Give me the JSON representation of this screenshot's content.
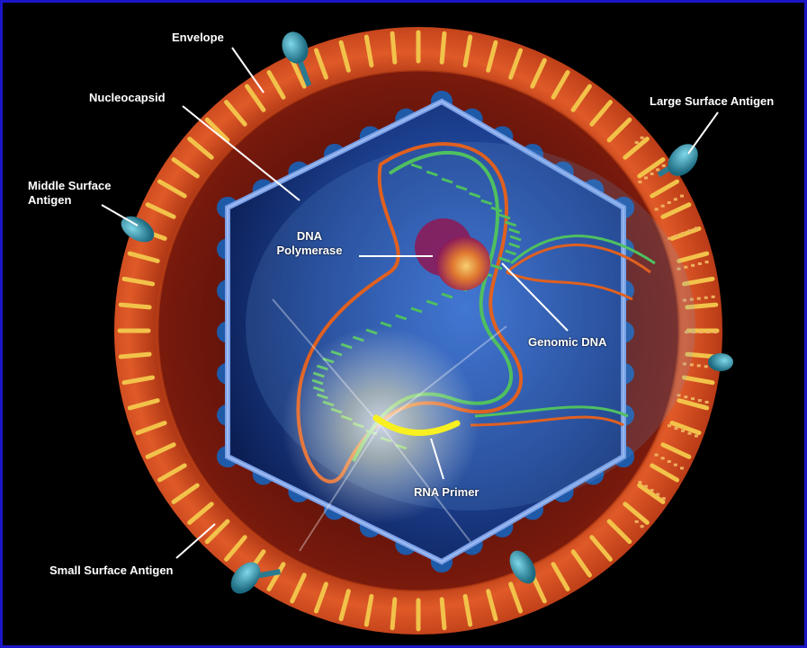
{
  "labels": {
    "envelope": "Envelope",
    "nucleocapsid": "Nucleocapsid",
    "middle_surface_antigen_1": "Middle Surface",
    "middle_surface_antigen_2": "Antigen",
    "large_surface_antigen": "Large Surface Antigen",
    "dna_polymerase_1": "DNA",
    "dna_polymerase_2": "Polymerase",
    "genomic_dna": "Genomic DNA",
    "rna_primer": "RNA Primer",
    "small_surface_antigen": "Small Surface Antigen"
  },
  "colors": {
    "frame_border": "#1a16c8",
    "background": "#000000",
    "envelope_orange": "#e0582a",
    "envelope_dark": "#8a2a10",
    "spike_yellow": "#f2c24a",
    "capsid_blue": "#2b5bb8",
    "capsid_edge": "#7aa0e8",
    "antigen_teal": "#3a9ab0",
    "dna_orange": "#e06020",
    "dna_green": "#4fc060",
    "primer_yellow": "#f8f020",
    "polymerase_magenta": "#b0306a"
  }
}
